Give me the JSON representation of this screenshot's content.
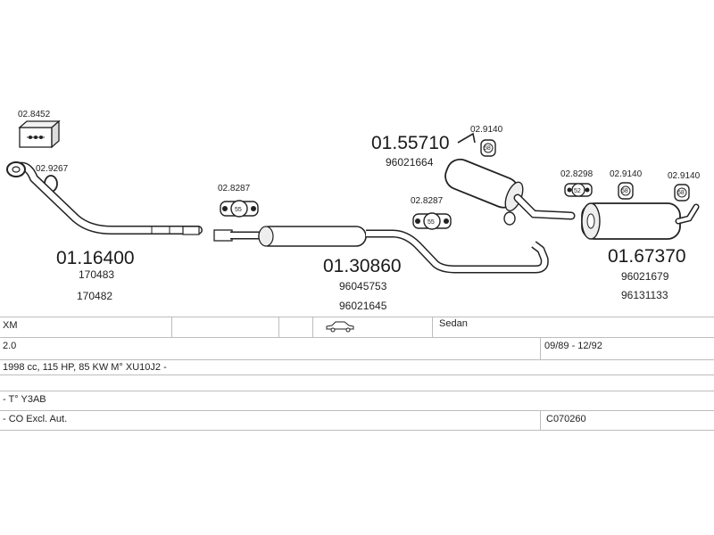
{
  "parts": {
    "front_pipe": {
      "code": "01.16400",
      "refs": [
        "170483",
        "170482"
      ]
    },
    "mount_box": {
      "code": "02.8452"
    },
    "gasket": {
      "code": "02.9267"
    },
    "clamp_front": {
      "code": "02.8287",
      "size": "55"
    },
    "middle_pipe": {
      "code": "01.30860",
      "refs": [
        "96045753",
        "96021645"
      ]
    },
    "clamp_mid": {
      "code": "02.8287",
      "size": "55"
    },
    "middle_silencer": {
      "code": "01.55710",
      "refs": [
        "96021664"
      ]
    },
    "hanger_mid": {
      "code": "02.9140",
      "size": "58"
    },
    "clamp_rear": {
      "code": "02.8298",
      "size": "52"
    },
    "hanger_rear1": {
      "code": "02.9140",
      "size": "58"
    },
    "hanger_rear2": {
      "code": "02.9140",
      "size": "58"
    },
    "rear_silencer": {
      "code": "01.67370",
      "refs": [
        "96021679",
        "96131133"
      ]
    }
  },
  "table": {
    "model": "XM",
    "body": "Sedan",
    "engine": "2.0",
    "years": "09/89 - 12/92",
    "spec": "1998 cc, 115 HP, 85 KW M° XU10J2 -",
    "variant": "- T° Y3AB",
    "notes": "- CO Excl. Aut.",
    "code": "C070260"
  },
  "icons": {
    "car": "sedan-car-icon"
  }
}
